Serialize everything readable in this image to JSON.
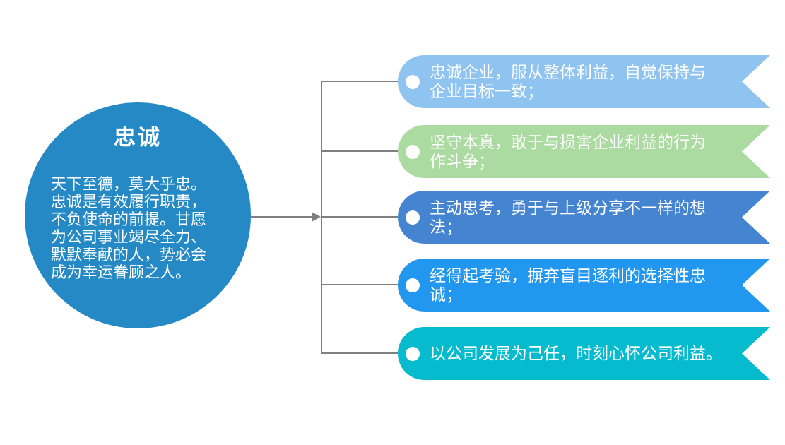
{
  "palette": {
    "background": "#FFFFFF",
    "connector": "#7F7F7F",
    "text": "#FFFFFF",
    "bullet": "#FFFFFF"
  },
  "circle": {
    "title": "忠诚",
    "body_lines": [
      "天下至德，莫大乎忠。",
      "忠诚是有效履行职责，",
      "不负使命的前提。甘愿",
      "为公司事业竭尽全力、",
      "默默奉献的人，势必会",
      "成为幸运眷顾之人。"
    ],
    "color": "#2489C4"
  },
  "banners": [
    {
      "color": "#8FC3F0",
      "lines": [
        "忠诚企业，服从整体利益，自觉保持与",
        "企业目标一致；"
      ]
    },
    {
      "color": "#ACDBA2",
      "lines": [
        "坚守本真，敢于与损害企业利益的行为",
        "作斗争；"
      ]
    },
    {
      "color": "#4484D0",
      "lines": [
        "主动思考，勇于与上级分享不一样的想",
        "法；"
      ]
    },
    {
      "color": "#2297F0",
      "lines": [
        "经得起考验，摒弃盲目逐利的选择性忠",
        "诚；"
      ]
    },
    {
      "color": "#06BBCE",
      "lines": [
        "以公司发展为己任，时刻心怀公司利益。"
      ]
    }
  ]
}
